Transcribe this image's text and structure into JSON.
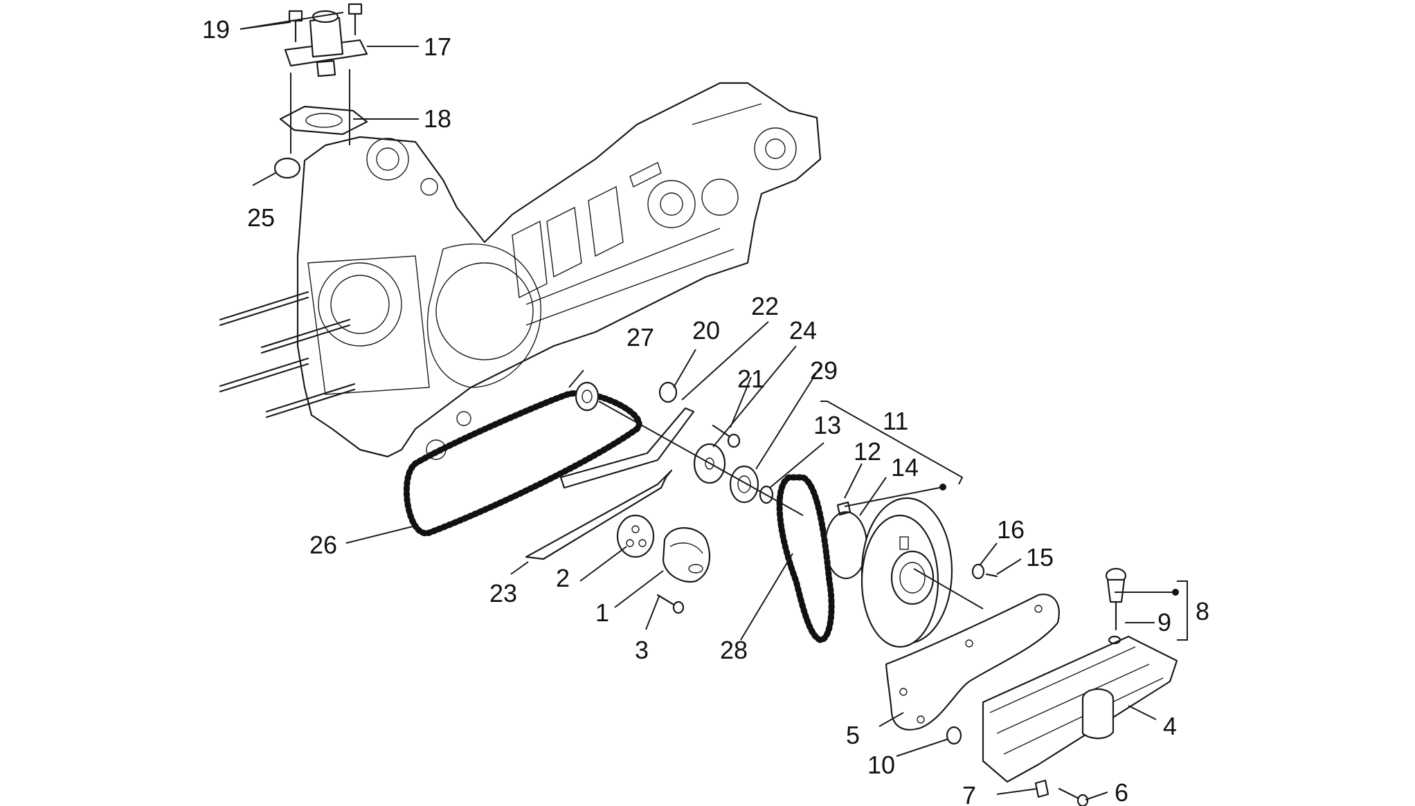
{
  "callouts": [
    {
      "id": "1",
      "text": "1"
    },
    {
      "id": "2",
      "text": "2"
    },
    {
      "id": "3",
      "text": "3"
    },
    {
      "id": "4",
      "text": "4"
    },
    {
      "id": "5",
      "text": "5"
    },
    {
      "id": "6",
      "text": "6"
    },
    {
      "id": "7",
      "text": "7"
    },
    {
      "id": "8",
      "text": "8"
    },
    {
      "id": "9",
      "text": "9"
    },
    {
      "id": "10",
      "text": "10"
    },
    {
      "id": "11",
      "text": "11"
    },
    {
      "id": "12",
      "text": "12"
    },
    {
      "id": "13",
      "text": "13"
    },
    {
      "id": "14",
      "text": "14"
    },
    {
      "id": "15",
      "text": "15"
    },
    {
      "id": "16",
      "text": "16"
    },
    {
      "id": "17",
      "text": "17"
    },
    {
      "id": "18",
      "text": "18"
    },
    {
      "id": "19",
      "text": "19"
    },
    {
      "id": "20",
      "text": "20"
    },
    {
      "id": "21",
      "text": "21"
    },
    {
      "id": "22",
      "text": "22"
    },
    {
      "id": "23",
      "text": "23"
    },
    {
      "id": "24",
      "text": "24"
    },
    {
      "id": "25",
      "text": "25"
    },
    {
      "id": "26",
      "text": "26"
    },
    {
      "id": "27",
      "text": "27"
    },
    {
      "id": "28",
      "text": "28"
    },
    {
      "id": "29",
      "text": "29"
    }
  ]
}
